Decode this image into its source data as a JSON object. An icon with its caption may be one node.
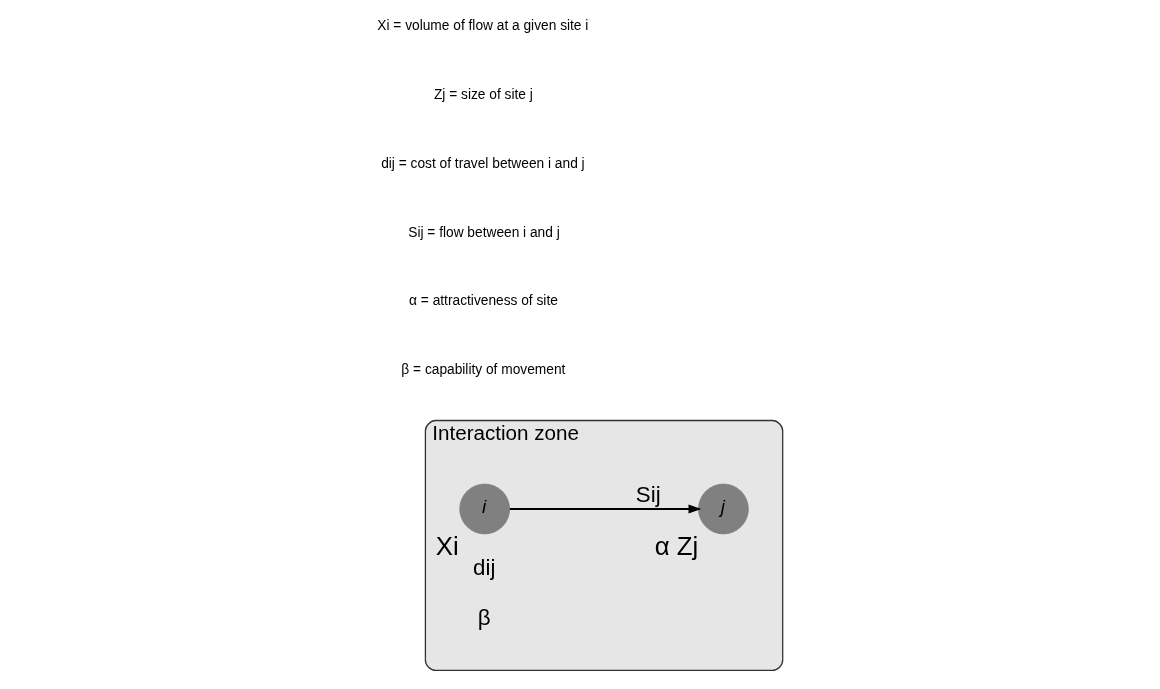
{
  "diagram": {
    "nodes": [
      {
        "text": [
          "Interaction zone"
        ]
      },
      {
        "text": [
          "i"
        ],
        "in": 0,
        "beside": [
          "Xi"
        ]
      },
      {
        "text": [
          "j"
        ],
        "in": 0,
        "beside": [
          "α",
          "Zj"
        ]
      }
    ],
    "edges": [
      {
        "from": 1,
        "to": 2,
        "arrow": "to",
        "label": "Sij"
      }
    ],
    "labels": [
      "dij",
      "β",
      "Xi = volume of flow at a given site i",
      "Zj = size of site j",
      "dij = cost of travel between i and j",
      "Sij = flow between i and j",
      "α = attractiveness of site",
      "β = capability of movement"
    ]
  }
}
